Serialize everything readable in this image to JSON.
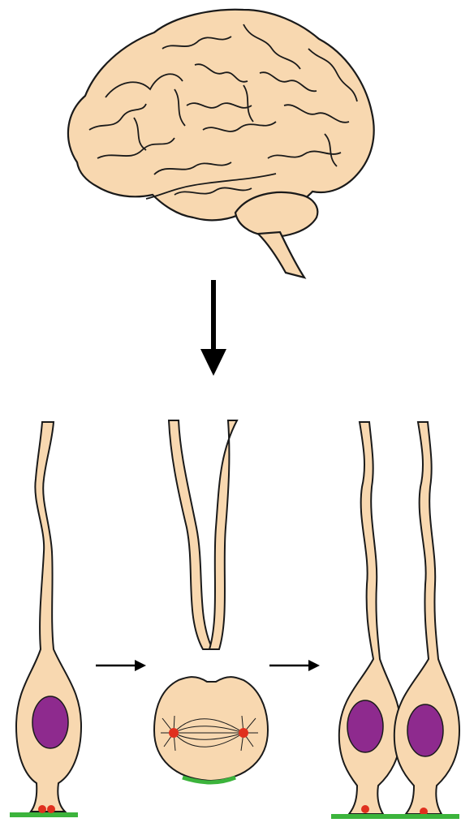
{
  "figure": {
    "colors": {
      "skin": "#F8D8B0",
      "outline": "#1a1a1a",
      "nucleus": "#8E2A8E",
      "centrosome": "#E0301E",
      "basal": "#3CB43C",
      "arrow": "#000000",
      "background": "#FFFFFF"
    },
    "elements": [
      "brain",
      "down-arrow",
      "cell-elongated",
      "cell-dividing",
      "daughter-cells"
    ]
  }
}
